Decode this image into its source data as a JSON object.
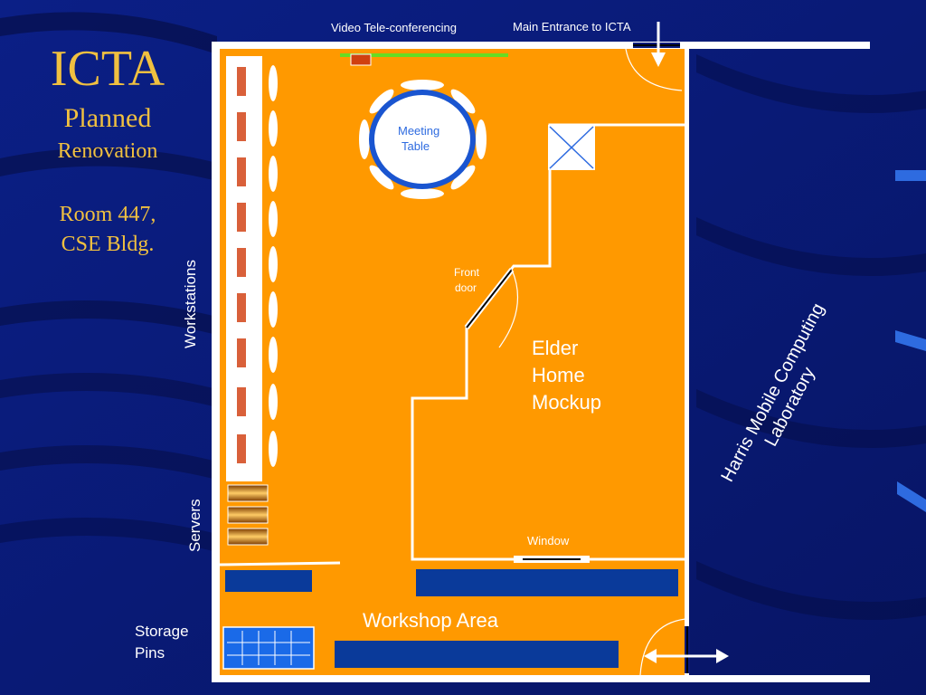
{
  "title": "ICTA",
  "subtitle_planned": "Planned",
  "subtitle_renovation": "Renovation",
  "room_line1": "Room 447,",
  "room_line2": "CSE Bldg.",
  "labels": {
    "video_conf": "Video Tele-conferencing",
    "main_entrance": "Main Entrance to ICTA",
    "meeting_line1": "Meeting",
    "meeting_line2": "Table",
    "front_line1": "Front",
    "front_line2": "door",
    "elder_line1": "Elder",
    "elder_line2": "Home",
    "elder_line3": "Mockup",
    "workstations": "Workstations",
    "servers": "Servers",
    "window": "Window",
    "workshop": "Workshop Area",
    "storage_line1": "Storage",
    "storage_line2": "Pins",
    "harris_line1": "Harris Mobile Computing",
    "harris_line2": "Laboratory"
  },
  "colors": {
    "background": "#0a1a7a",
    "floor": "#ff9900",
    "wall": "#ffffff",
    "title": "#f0c040",
    "bench_blue": "#0a3a9a",
    "screen_green": "#66dd22"
  }
}
